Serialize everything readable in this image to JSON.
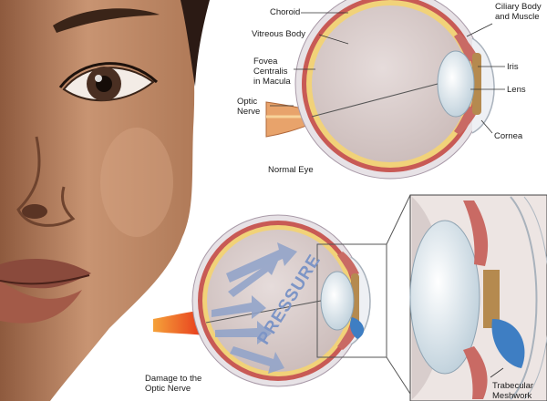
{
  "labels": {
    "choroid": "Choroid",
    "vitreous_body": "Vitreous Body",
    "fovea": "Fovea\nCentralis\nin Macula",
    "optic_nerve": "Optic\nNerve",
    "ciliary": "Ciliary Body\nand Muscle",
    "iris": "Iris",
    "lens": "Lens",
    "cornea": "Cornea",
    "normal_eye": "Normal Eye",
    "pressure": "PRESSURE",
    "damage": "Damage to the\nOptic Nerve",
    "trabecular": "Trabecular\nMeshwork"
  },
  "colors": {
    "skin": "#c89472",
    "skin_shadow": "#8e5a3e",
    "vitreous": "#d8cdcc",
    "sclera": "#e7e2e6",
    "choroid": "#c85a55",
    "retina_yellow": "#f1d279",
    "nerve": "#e8a36b",
    "damaged_nerve": "#f04a1c",
    "lens": "#e6eff6",
    "pressure_arrow": "#8fa2c9",
    "aqueous_blue": "#3e7ec3"
  }
}
